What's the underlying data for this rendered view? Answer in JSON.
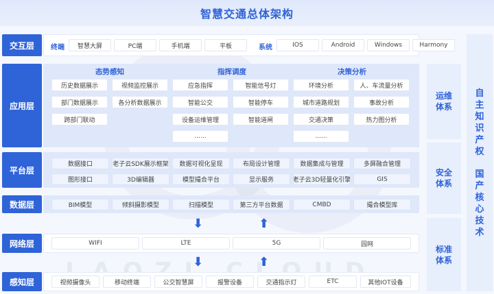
{
  "title": "智慧交通总体架构",
  "watermark": "LAOZI CLOUD",
  "layers": {
    "interaction": {
      "label": "交互层",
      "terminal_label": "终端",
      "terminals": [
        "智慧大屏",
        "PC端",
        "手机端",
        "平板"
      ],
      "system_label": "系统",
      "systems": [
        "IOS",
        "Android",
        "Windows",
        "Harmony"
      ]
    },
    "application": {
      "label": "应用层",
      "groups": [
        {
          "title": "态势感知",
          "items": [
            "历史数据展示",
            "视频监控展示",
            "部门数据展示",
            "各分析数据展示",
            "跨部门联动"
          ]
        },
        {
          "title": "指挥调度",
          "items": [
            "应急指挥",
            "智能信号灯",
            "智能公交",
            "智能停车",
            "设备运维管理",
            "智能道闸",
            "......"
          ]
        },
        {
          "title": "决策分析",
          "items": [
            "环境分析",
            "人、车流量分析",
            "城市道路规划",
            "事故分析",
            "交通决策",
            "热力图分析",
            "......"
          ]
        }
      ]
    },
    "platform": {
      "label": "平台层",
      "row1": [
        "数据接口",
        "老子云SDK展示框架",
        "数据可视化呈现",
        "布局设计管理",
        "数据集成与管理",
        "多屏融合管理"
      ],
      "row2": [
        "图形接口",
        "3D编辑器",
        "模型撮合平台",
        "显示服务",
        "老子云3D轻量化引擎",
        "GIS"
      ]
    },
    "data": {
      "label": "数据层",
      "items": [
        "BIM模型",
        "倾斜摄影模型",
        "扫描模型",
        "第三方平台数据",
        "CMBD",
        "撮合模型库"
      ]
    },
    "network": {
      "label": "网络层",
      "items": [
        "WIFI",
        "LTE",
        "5G",
        "园网"
      ]
    },
    "perception": {
      "label": "感知层",
      "items": [
        "视频摄像头",
        "移动终端",
        "公交智慧屏",
        "报警设备",
        "交通指示灯",
        "ETC",
        "其他IOT设备"
      ]
    }
  },
  "side": {
    "ops": "运维体系",
    "security": "安全体系",
    "standard": "标准体系",
    "ip_top": "自主知识产权",
    "ip_bottom": "国产核心技术"
  }
}
